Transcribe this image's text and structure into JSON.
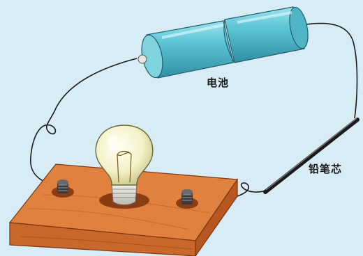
{
  "labels": {
    "battery": "电池",
    "pencil_lead": "铅笔芯"
  },
  "colors": {
    "background": "#d8ecf6",
    "battery_body": "#5fc7d6",
    "wood_top": "#e0813f",
    "wood_side": "#b8561f",
    "bulb_glass": "#f4f2c8",
    "wire": "#1a1a1a"
  },
  "components": [
    "battery",
    "battery",
    "bulb",
    "pencil-lead",
    "wooden-base",
    "terminal",
    "terminal",
    "wire"
  ]
}
